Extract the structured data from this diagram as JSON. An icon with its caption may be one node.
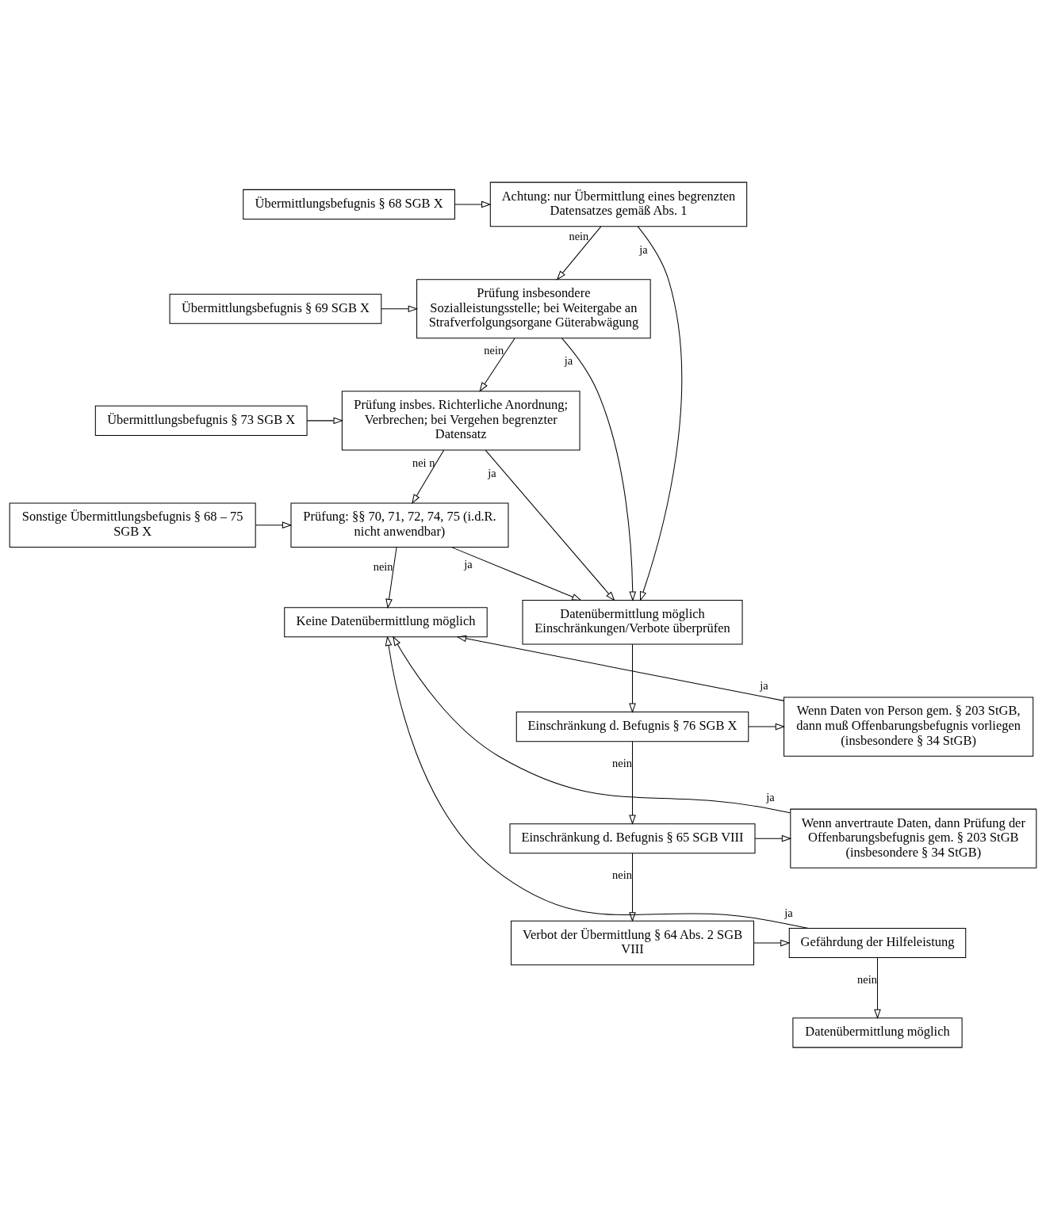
{
  "diagram": {
    "nodes": [
      {
        "text": [
          "Übermittlungsbefugnis § 68 SGB X"
        ]
      },
      {
        "text": [
          "Achtung: nur Übermittlung eines begrenzten Datensatzes gemäß Abs. 1"
        ]
      },
      {
        "text": [
          "Übermittlungsbefugnis § 69 SGB X"
        ]
      },
      {
        "text": [
          "Prüfung insbesondere Sozialleistungsstelle; bei Weitergabe an Strafverfolgungsorgane Güterabwägung"
        ]
      },
      {
        "text": [
          "Übermittlungsbefugnis § 73 SGB X"
        ]
      },
      {
        "text": [
          "Prüfung insbes. Richterliche Anordnung; Verbrechen; bei Vergehen begrenzter Datensatz"
        ]
      },
      {
        "text": [
          "Sonstige Übermittlungsbefugnis § 68 – 75 SGB X"
        ]
      },
      {
        "text": [
          "Prüfung: §§ 70, 71, 72, 74, 75 (i.d.R. nicht anwendbar)"
        ]
      },
      {
        "text": [
          "Keine Datenübermittlung möglich"
        ]
      },
      {
        "text": [
          "Datenübermittlung möglich",
          "Einschränkungen/Verbote überprüfen"
        ]
      },
      {
        "text": [
          "Einschränkung d. Befugnis § 76 SGB X"
        ]
      },
      {
        "text": [
          "Wenn Daten von Person gem. § 203 StGB, dann muß Offenbarungsbefugnis vorliegen (insbesondere § 34 StGB)"
        ]
      },
      {
        "text": [
          "Einschränkung d. Befugnis § 65 SGB VIII"
        ]
      },
      {
        "text": [
          "Wenn anvertraute Daten, dann Prüfung der Offenbarungsbefugnis gem. § 203 StGB (insbesondere § 34 StGB)"
        ]
      },
      {
        "text": [
          "Verbot der Übermittlung § 64 Abs. 2 SGB VIII"
        ]
      },
      {
        "text": [
          "Gefährdung der Hilfeleistung"
        ]
      },
      {
        "text": [
          "Datenübermittlung möglich"
        ]
      }
    ],
    "edges": [
      {
        "from": 0,
        "to": 1,
        "arrow": "to"
      },
      {
        "from": 1,
        "to": 3,
        "arrow": "to",
        "label": "nein"
      },
      {
        "from": 1,
        "to": 9,
        "arrow": "to",
        "label": "ja"
      },
      {
        "from": 2,
        "to": 3,
        "arrow": "to"
      },
      {
        "from": 3,
        "to": 5,
        "arrow": "to",
        "label": "nein"
      },
      {
        "from": 3,
        "to": 9,
        "arrow": "to",
        "label": "ja"
      },
      {
        "from": 4,
        "to": 5,
        "arrow": "to"
      },
      {
        "from": 5,
        "to": 7,
        "arrow": "to",
        "label": "nei n"
      },
      {
        "from": 5,
        "to": 9,
        "arrow": "to",
        "label": "ja"
      },
      {
        "from": 6,
        "to": 7,
        "arrow": "to"
      },
      {
        "from": 7,
        "to": 8,
        "arrow": "to",
        "label": "nein"
      },
      {
        "from": 7,
        "to": 9,
        "arrow": "to",
        "label": "ja"
      },
      {
        "from": 9,
        "to": 10,
        "arrow": "to"
      },
      {
        "from": 10,
        "to": 11,
        "arrow": "to"
      },
      {
        "from": 11,
        "to": 8,
        "arrow": "to",
        "label": "ja"
      },
      {
        "from": 10,
        "to": 12,
        "arrow": "to",
        "label": "nein"
      },
      {
        "from": 12,
        "to": 13,
        "arrow": "to"
      },
      {
        "from": 13,
        "to": 8,
        "arrow": "to",
        "label": "ja"
      },
      {
        "from": 12,
        "to": 14,
        "arrow": "to",
        "label": "nein"
      },
      {
        "from": 14,
        "to": 15,
        "arrow": "to"
      },
      {
        "from": 15,
        "to": 8,
        "arrow": "to",
        "label": "ja"
      },
      {
        "from": 15,
        "to": 16,
        "arrow": "to",
        "label": "nein"
      }
    ]
  }
}
